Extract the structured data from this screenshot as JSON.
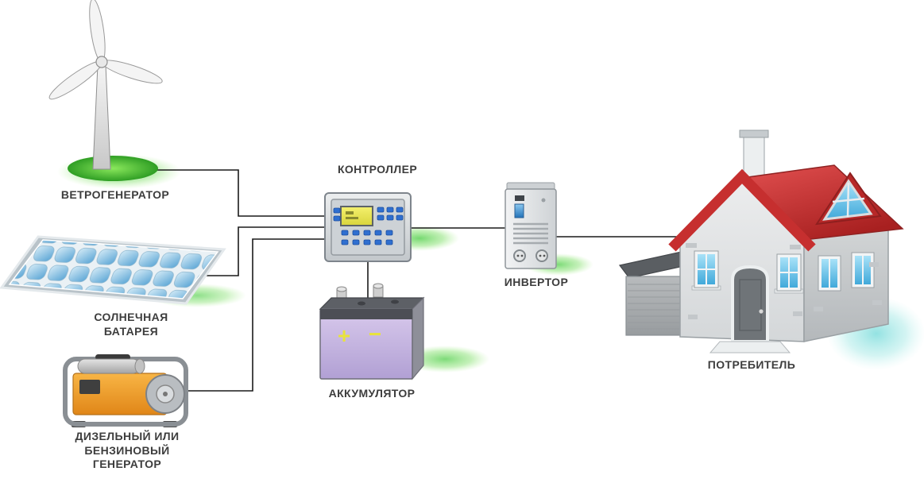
{
  "diagram": {
    "type": "flow",
    "background": "#ffffff",
    "nodes": [
      {
        "id": "wind",
        "label": "ВЕТРОГЕНЕРАТОР"
      },
      {
        "id": "solar",
        "label": "СОЛНЕЧНАЯ БАТАРЕЯ",
        "lines": [
          "СОЛНЕЧНАЯ",
          "БАТАРЕЯ"
        ]
      },
      {
        "id": "diesel",
        "label": "ДИЗЕЛЬНЫЙ ИЛИ БЕНЗИНОВЫЙ ГЕНЕРАТОР",
        "lines": [
          "ДИЗЕЛЬНЫЙ ИЛИ",
          "БЕНЗИНОВЫЙ",
          "ГЕНЕРАТОР"
        ]
      },
      {
        "id": "controller",
        "label": "КОНТРОЛЛЕР"
      },
      {
        "id": "battery",
        "label": "АККУМУЛЯТОР",
        "markings": {
          "plus": "+",
          "minus": "−"
        }
      },
      {
        "id": "inverter",
        "label": "ИНВЕРТОР"
      },
      {
        "id": "consumer",
        "label": "ПОТРЕБИТЕЛЬ"
      }
    ],
    "edges": [
      {
        "from": "wind",
        "to": "controller"
      },
      {
        "from": "solar",
        "to": "controller"
      },
      {
        "from": "diesel",
        "to": "controller"
      },
      {
        "from": "controller",
        "to": "battery"
      },
      {
        "from": "controller",
        "to": "inverter"
      },
      {
        "from": "inverter",
        "to": "consumer"
      }
    ],
    "colors": {
      "grass_green": "#3fbf2f",
      "glow_green": "#66d95a",
      "glow_cyan": "#6fd8d8",
      "roof_red": "#c62f2f",
      "panel_blue": "#5aa7d8",
      "generator_orange": "#f09a2e",
      "battery_purple": "#c3aede",
      "screen_yellow": "#ece655",
      "button_blue": "#2f6fd0",
      "wire": "#1a1a1a",
      "label_text": "#3d3d3d"
    }
  }
}
